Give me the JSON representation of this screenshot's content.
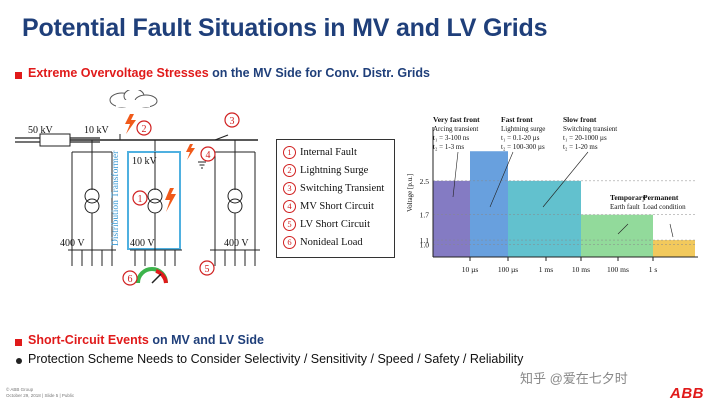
{
  "title": "Potential Fault Situations in MV and LV Grids",
  "section1": {
    "highlight": "Extreme Overvoltage Stresses",
    "rest": " on the MV Side for Conv. Distr. Grids"
  },
  "section2": {
    "highlight": "Short-Circuit Events",
    "rest": " on MV and LV Side"
  },
  "bullet": "Protection Scheme Needs to Consider Selectivity / Sensitivity / Speed / Safety / Reliability",
  "diagram": {
    "v50kv": "50 kV",
    "v10kv_top": "10 kV",
    "v10kv_box": "10 kV",
    "v400_left": "400 V",
    "v400_mid": "400 V",
    "v400_right": "400 V",
    "transformer_label": "Distribution Transformer",
    "markers": [
      "1",
      "2",
      "3",
      "4",
      "5",
      "6"
    ]
  },
  "legend": {
    "items": [
      {
        "num": "1",
        "label": "Internal Fault"
      },
      {
        "num": "2",
        "label": "Lightning Surge"
      },
      {
        "num": "3",
        "label": "Switching Transient"
      },
      {
        "num": "4",
        "label": "MV Short Circuit"
      },
      {
        "num": "5",
        "label": "LV Short Circuit"
      },
      {
        "num": "6",
        "label": "Nonideal Load"
      }
    ]
  },
  "chart_data": {
    "type": "bar",
    "ylabel": "Voltage [p.u.]",
    "y_ticks": [
      "1.0",
      "1.1",
      "1.7",
      "2.5"
    ],
    "x_ticks": [
      "10 µs",
      "100 µs",
      "1 ms",
      "10 ms",
      "100 ms",
      "1 s"
    ],
    "segments": [
      {
        "name": "Very fast front",
        "lines": [
          "Arcing transient",
          "t₁ = 3-100 ns",
          "t₂ = 1-3 ms"
        ],
        "color": "#6f64b8",
        "value": 2.5
      },
      {
        "name": "Fast front",
        "lines": [
          "Lightning surge",
          "t₁ = 0.1-20 µs",
          "t₂ = 100-300 µs"
        ],
        "color": "#4d8fd8",
        "value": 3.2
      },
      {
        "name": "Slow front",
        "lines": [
          "Switching transient",
          "t₁ = 20-1000 µs",
          "t₂ = 1-20 ms"
        ],
        "color": "#47b6c6",
        "value": 2.5
      },
      {
        "name": "Temporary",
        "lines": [
          "Earth fault"
        ],
        "color": "#7fd48a",
        "value": 1.7
      },
      {
        "name": "Permanent",
        "lines": [
          "Load condition"
        ],
        "color": "#f0c040",
        "value": 1.1
      }
    ]
  },
  "footer": {
    "line1": "© ABB Group",
    "line2": "October 29, 2018 | Slide 5    | Public"
  },
  "watermark": "知乎 @爱在七夕时",
  "logo": "ABB"
}
